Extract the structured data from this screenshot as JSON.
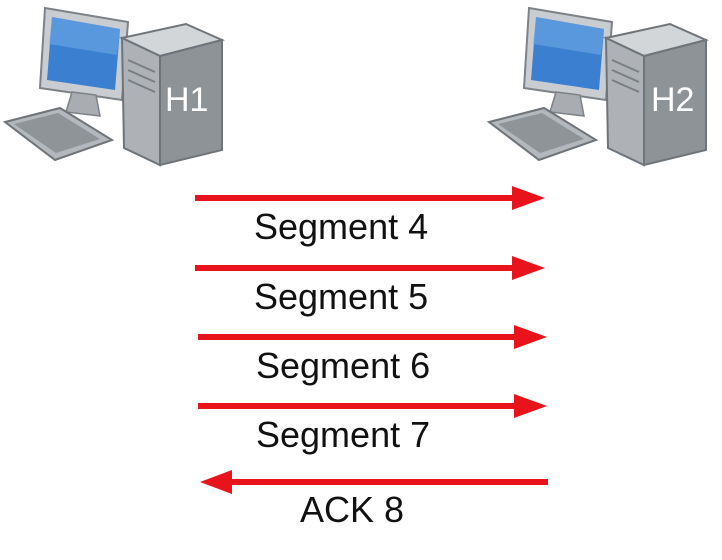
{
  "hosts": {
    "left": {
      "label": "H1"
    },
    "right": {
      "label": "H2"
    }
  },
  "messages": [
    {
      "label": "Segment 4",
      "direction": "right"
    },
    {
      "label": "Segment 5",
      "direction": "right"
    },
    {
      "label": "Segment 6",
      "direction": "right"
    },
    {
      "label": "Segment 7",
      "direction": "right"
    },
    {
      "label": "ACK 8",
      "direction": "left"
    }
  ],
  "colors": {
    "arrow": "#e8131b",
    "tower": "#8e9398",
    "screen": "#3b7fd0",
    "text": "#111111"
  }
}
